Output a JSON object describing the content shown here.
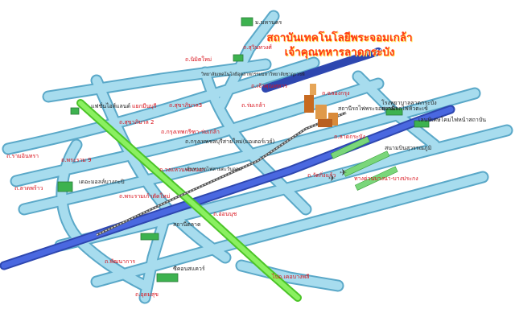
{
  "title": {
    "line1": "สถาบันเทคโนโลยีพระจอมเกล้า",
    "line2": "เจ้าคุณทหารลาดกระบัง"
  },
  "road_labels": [
    "ถ.ร่มเกล้า",
    "ถ.สุวินทวงศ์",
    "ถ.นิมิตใหม่",
    "ถ.เจ้าคุณทหาร",
    "ถ.ฉลองกรุง",
    "ถ.สุขาภิบาล3",
    "ถ.สุขาภิบาล 2",
    "ถ.กรุงเทพกรีฑา-ร่มเกล้า",
    "ถ.รามอินทรา",
    "ถ.ลาดพร้าว",
    "ถ.พระราม 9",
    "ถ.วงแหวนรอบนอก",
    "ถ.พระรามเก้าตัดใหม่",
    "ถ.อ่อนนุช",
    "ถ.ลาดกระบัง",
    "ถ.พัฒนาการ",
    "ถ.อุดมสุข",
    "ถ.วัดกิ่งแก้ว",
    "ทางด่วนบางนา-บางประกง",
    "ไปอ.เคอบางพลี"
  ],
  "place_labels": [
    "ม.มหานคร",
    "วิทยาลัยเทคโนโลยีอุตสาหกรรมมหาวิทยาลัยชาญเวชพี",
    "สถานีรถไฟพระจอมเกล้า",
    "สถานีรถไฟหัวตะเข้",
    "โรงพยาบาลลาดกระบัง",
    "เลนพิเศษโคมไฟหน้าสถาบัน",
    "แฟชั่นไอส์แลนด์",
    "แยกมีนบุรี",
    "ถ.กรุงเทพชลบุรีสายใหม่(มอเตอร์เวย์)",
    "เส้นทางรถไฟสายตะวันออก",
    "สนามบินสุวรรณภูมิ",
    "เดอะมอลล์บางกะปิ",
    "สถานีตลาด",
    "ซีคอนสแควร์"
  ],
  "colors": {
    "road_fill": "#9fd8ea",
    "road_edge": "#5aa8c8",
    "motorway": "#3c57c8",
    "ring_road": "#7cea4a",
    "building": "#3db24f",
    "campus": "#d98a3a",
    "label_red": "#d8101a",
    "title": "#ff3a12"
  }
}
